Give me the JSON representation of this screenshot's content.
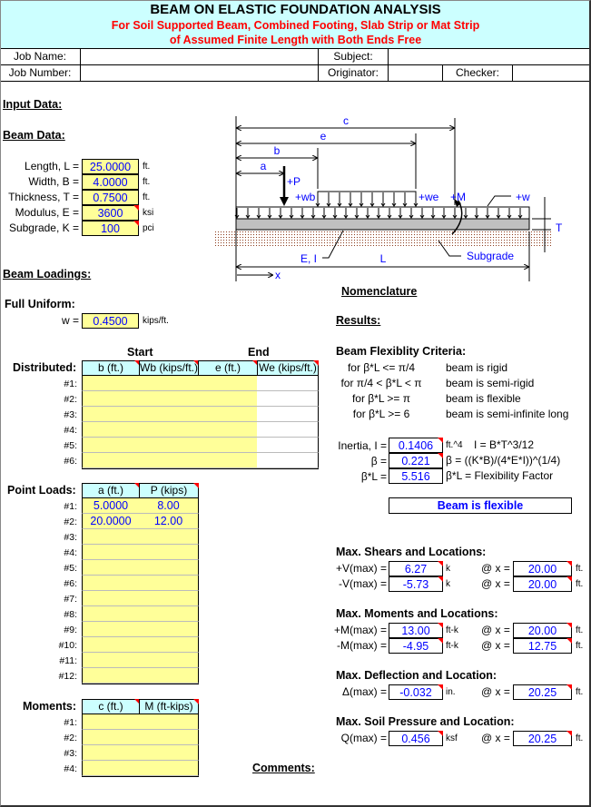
{
  "title": "BEAM ON ELASTIC FOUNDATION ANALYSIS",
  "subtitle1": "For Soil Supported Beam, Combined Footing, Slab Strip or Mat Strip",
  "subtitle2": "of Assumed Finite Length with Both Ends Free",
  "job": {
    "name_label": "Job Name:",
    "number_label": "Job Number:",
    "subject_label": "Subject:",
    "originator_label": "Originator:",
    "checker_label": "Checker:",
    "name": "",
    "number": "",
    "subject": "",
    "originator": "",
    "checker": ""
  },
  "input_header": "Input Data:",
  "beam_data": {
    "header": "Beam Data:",
    "rows": [
      {
        "label": "Length, L =",
        "value": "25.0000",
        "unit": "ft."
      },
      {
        "label": "Width, B =",
        "value": "4.0000",
        "unit": "ft."
      },
      {
        "label": "Thickness, T =",
        "value": "0.7500",
        "unit": "ft."
      },
      {
        "label": "Modulus, E =",
        "value": "3600",
        "unit": "ksi"
      },
      {
        "label": "Subgrade, K =",
        "value": "100",
        "unit": "pci"
      }
    ]
  },
  "diagram": {
    "c": "c",
    "e": "e",
    "b": "b",
    "a": "a",
    "P": "+P",
    "wb": "+wb",
    "we": "+we",
    "M": "+M",
    "w": "+w",
    "T": "T",
    "EI": "E, I",
    "L": "L",
    "subgrade": "Subgrade",
    "x": "x",
    "caption": "Nomenclature"
  },
  "loadings_header": "Beam Loadings:",
  "full_uniform": {
    "header": "Full Uniform:",
    "label": "w =",
    "value": "0.4500",
    "unit": "kips/ft."
  },
  "distributed": {
    "label": "Distributed:",
    "start": "Start",
    "end": "End",
    "columns": [
      "b (ft.)",
      "Wb (kips/ft.)",
      "e (ft.)",
      "We (kips/ft.)"
    ],
    "rows": [
      {
        "n": "#1:",
        "vals": [
          "",
          "",
          "",
          ""
        ]
      },
      {
        "n": "#2:",
        "vals": [
          "",
          "",
          "",
          ""
        ]
      },
      {
        "n": "#3:",
        "vals": [
          "",
          "",
          "",
          ""
        ]
      },
      {
        "n": "#4:",
        "vals": [
          "",
          "",
          "",
          ""
        ]
      },
      {
        "n": "#5:",
        "vals": [
          "",
          "",
          "",
          ""
        ]
      },
      {
        "n": "#6:",
        "vals": [
          "",
          "",
          "",
          ""
        ]
      }
    ]
  },
  "point_loads": {
    "label": "Point Loads:",
    "columns": [
      "a (ft.)",
      "P (kips)"
    ],
    "rows": [
      {
        "n": "#1:",
        "vals": [
          "5.0000",
          "8.00"
        ]
      },
      {
        "n": "#2:",
        "vals": [
          "20.0000",
          "12.00"
        ]
      },
      {
        "n": "#3:",
        "vals": [
          "",
          ""
        ]
      },
      {
        "n": "#4:",
        "vals": [
          "",
          ""
        ]
      },
      {
        "n": "#5:",
        "vals": [
          "",
          ""
        ]
      },
      {
        "n": "#6:",
        "vals": [
          "",
          ""
        ]
      },
      {
        "n": "#7:",
        "vals": [
          "",
          ""
        ]
      },
      {
        "n": "#8:",
        "vals": [
          "",
          ""
        ]
      },
      {
        "n": "#9:",
        "vals": [
          "",
          ""
        ]
      },
      {
        "n": "#10:",
        "vals": [
          "",
          ""
        ]
      },
      {
        "n": "#11:",
        "vals": [
          "",
          ""
        ]
      },
      {
        "n": "#12:",
        "vals": [
          "",
          ""
        ]
      }
    ]
  },
  "moments": {
    "label": "Moments:",
    "columns": [
      "c (ft.)",
      "M (ft-kips)"
    ],
    "rows": [
      {
        "n": "#1:",
        "vals": [
          "",
          ""
        ]
      },
      {
        "n": "#2:",
        "vals": [
          "",
          ""
        ]
      },
      {
        "n": "#3:",
        "vals": [
          "",
          ""
        ]
      },
      {
        "n": "#4:",
        "vals": [
          "",
          ""
        ]
      }
    ]
  },
  "comments_label": "Comments:",
  "results": {
    "header": "Results:",
    "criteria_header": "Beam Flexiblity Criteria:",
    "criteria": [
      {
        "cond": "for β*L <= π/4",
        "desc": "beam is rigid"
      },
      {
        "cond": "for π/4 < β*L < π",
        "desc": "beam is semi-rigid"
      },
      {
        "cond": "for β*L >= π",
        "desc": "beam is flexible"
      },
      {
        "cond": "for β*L >= 6",
        "desc": "beam is semi-infinite long"
      }
    ],
    "inertia": {
      "label": "Inertia, I =",
      "value": "0.1406",
      "unit": "ft.^4",
      "formula": "I = B*T^3/12"
    },
    "beta": {
      "label": "β =",
      "value": "0.221",
      "formula": "β = ((K*B)/(4*E*I))^(1/4)"
    },
    "betaL": {
      "label": "β*L =",
      "value": "5.516",
      "formula": "β*L = Flexibility Factor"
    },
    "status": "Beam is flexible",
    "shear_header": "Max. Shears and Locations:",
    "vpos": {
      "label": "+V(max) =",
      "value": "6.27",
      "unit": "k",
      "at": "@ x =",
      "x": "20.00",
      "xunit": "ft."
    },
    "vneg": {
      "label": "-V(max) =",
      "value": "-5.73",
      "unit": "k",
      "at": "@ x =",
      "x": "20.00",
      "xunit": "ft."
    },
    "moment_header": "Max. Moments and Locations:",
    "mpos": {
      "label": "+M(max) =",
      "value": "13.00",
      "unit": "ft-k",
      "at": "@ x =",
      "x": "20.00",
      "xunit": "ft."
    },
    "mneg": {
      "label": "-M(max) =",
      "value": "-4.95",
      "unit": "ft-k",
      "at": "@ x =",
      "x": "12.75",
      "xunit": "ft."
    },
    "defl_header": "Max. Deflection and Location:",
    "defl": {
      "label": "Δ(max) =",
      "value": "-0.032",
      "unit": "in.",
      "at": "@ x =",
      "x": "20.25",
      "xunit": "ft."
    },
    "soil_header": "Max. Soil Pressure and Location:",
    "soil": {
      "label": "Q(max) =",
      "value": "0.456",
      "unit": "ksf",
      "at": "@ x =",
      "x": "20.25",
      "xunit": "ft."
    }
  },
  "colors": {
    "input_fill": "#ffff99",
    "header_fill": "#ccffff",
    "value_text": "#0000ff",
    "subtitle": "#ff0000"
  }
}
